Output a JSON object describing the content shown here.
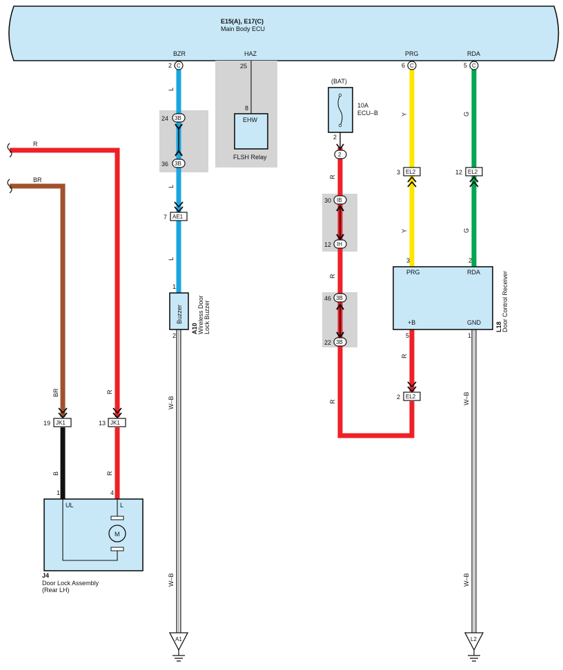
{
  "ecu": {
    "title": "E15(A), E17(C)",
    "subtitle": "Main Body ECU"
  },
  "ecu_terminals": {
    "bzr": {
      "label": "BZR",
      "pin": "2",
      "conn": "C"
    },
    "haz": {
      "label": "HAZ",
      "pin": "25"
    },
    "prg": {
      "label": "PRG",
      "pin": "6",
      "conn": "C"
    },
    "rda": {
      "label": "RDA",
      "pin": "5",
      "conn": "C"
    }
  },
  "flsh_relay": {
    "name": "FLSH Relay",
    "terminal": "EHW",
    "pin": "8"
  },
  "fuse": {
    "source": "(BAT)",
    "rating": "10A",
    "name": "ECU–B",
    "pin": "2",
    "conn": "2"
  },
  "wire_colors": {
    "R": "#ee2127",
    "BR": "#a0522d",
    "L": "#1aa6e0",
    "Y": "#ffe600",
    "G": "#00a651",
    "B": "#111111",
    "W-B": "#ffffff"
  },
  "wire_labels": {
    "r": "R",
    "br": "BR",
    "l": "L",
    "y": "Y",
    "g": "G",
    "b": "B",
    "wb": "W–B"
  },
  "junctions": {
    "bzr_top": {
      "pin": "24",
      "code": "3B"
    },
    "bzr_bot": {
      "pin": "36",
      "code": "3B"
    },
    "ae1": {
      "pin": "7",
      "code": "AE1"
    },
    "ib": {
      "pin": "30",
      "code": "IB"
    },
    "ih": {
      "pin": "12",
      "code": "IH"
    },
    "r3b_top": {
      "pin": "46",
      "code": "3B"
    },
    "r3b_bot": {
      "pin": "22",
      "code": "3B"
    },
    "el2_prg": {
      "pin": "3",
      "code": "EL2"
    },
    "el2_rda": {
      "pin": "12",
      "code": "EL2"
    },
    "el2_b": {
      "pin": "2",
      "code": "EL2"
    },
    "jk1_br": {
      "pin": "19",
      "code": "JK1"
    },
    "jk1_r": {
      "pin": "13",
      "code": "JK1"
    }
  },
  "buzzer": {
    "id": "A10",
    "name_line1": "Wireless Door",
    "name_line2": "Lock Buzzer",
    "label": "Buzzer",
    "pin_top": "1",
    "pin_bot": "2"
  },
  "receiver": {
    "id": "L18",
    "name": "Door Control Receiver",
    "prg": "PRG",
    "rda": "RDA",
    "b": "+B",
    "gnd": "GND",
    "pin_prg": "3",
    "pin_rda": "2",
    "pin_b": "5",
    "pin_gnd": "1"
  },
  "door_lock": {
    "id": "J4",
    "name_line1": "Door Lock Assembly",
    "name_line2": "(Rear LH)",
    "ul": "UL",
    "l": "L",
    "pin_ul": "1",
    "pin_l": "4",
    "motor": "M"
  },
  "grounds": {
    "a1": "A1",
    "l2": "L2"
  }
}
